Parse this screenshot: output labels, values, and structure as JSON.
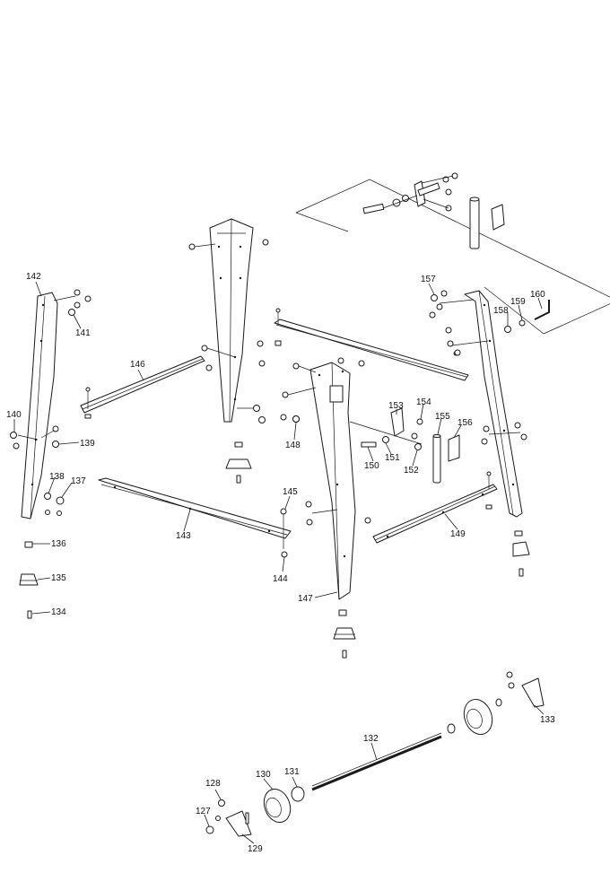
{
  "callouts": {
    "c127": "127",
    "c128": "128",
    "c129": "129",
    "c130": "130",
    "c131": "131",
    "c132": "132",
    "c133": "133",
    "c134": "134",
    "c135": "135",
    "c136": "136",
    "c137": "137",
    "c138": "138",
    "c139": "139",
    "c140": "140",
    "c141": "141",
    "c142": "142",
    "c143": "143",
    "c144": "144",
    "c145": "145",
    "c146": "146",
    "c147": "147",
    "c148": "148",
    "c149": "149",
    "c150": "150",
    "c151": "151",
    "c152": "152",
    "c153": "153",
    "c154": "154",
    "c155": "155",
    "c156": "156",
    "c157": "157",
    "c158": "158",
    "c159": "159",
    "c160": "160"
  }
}
